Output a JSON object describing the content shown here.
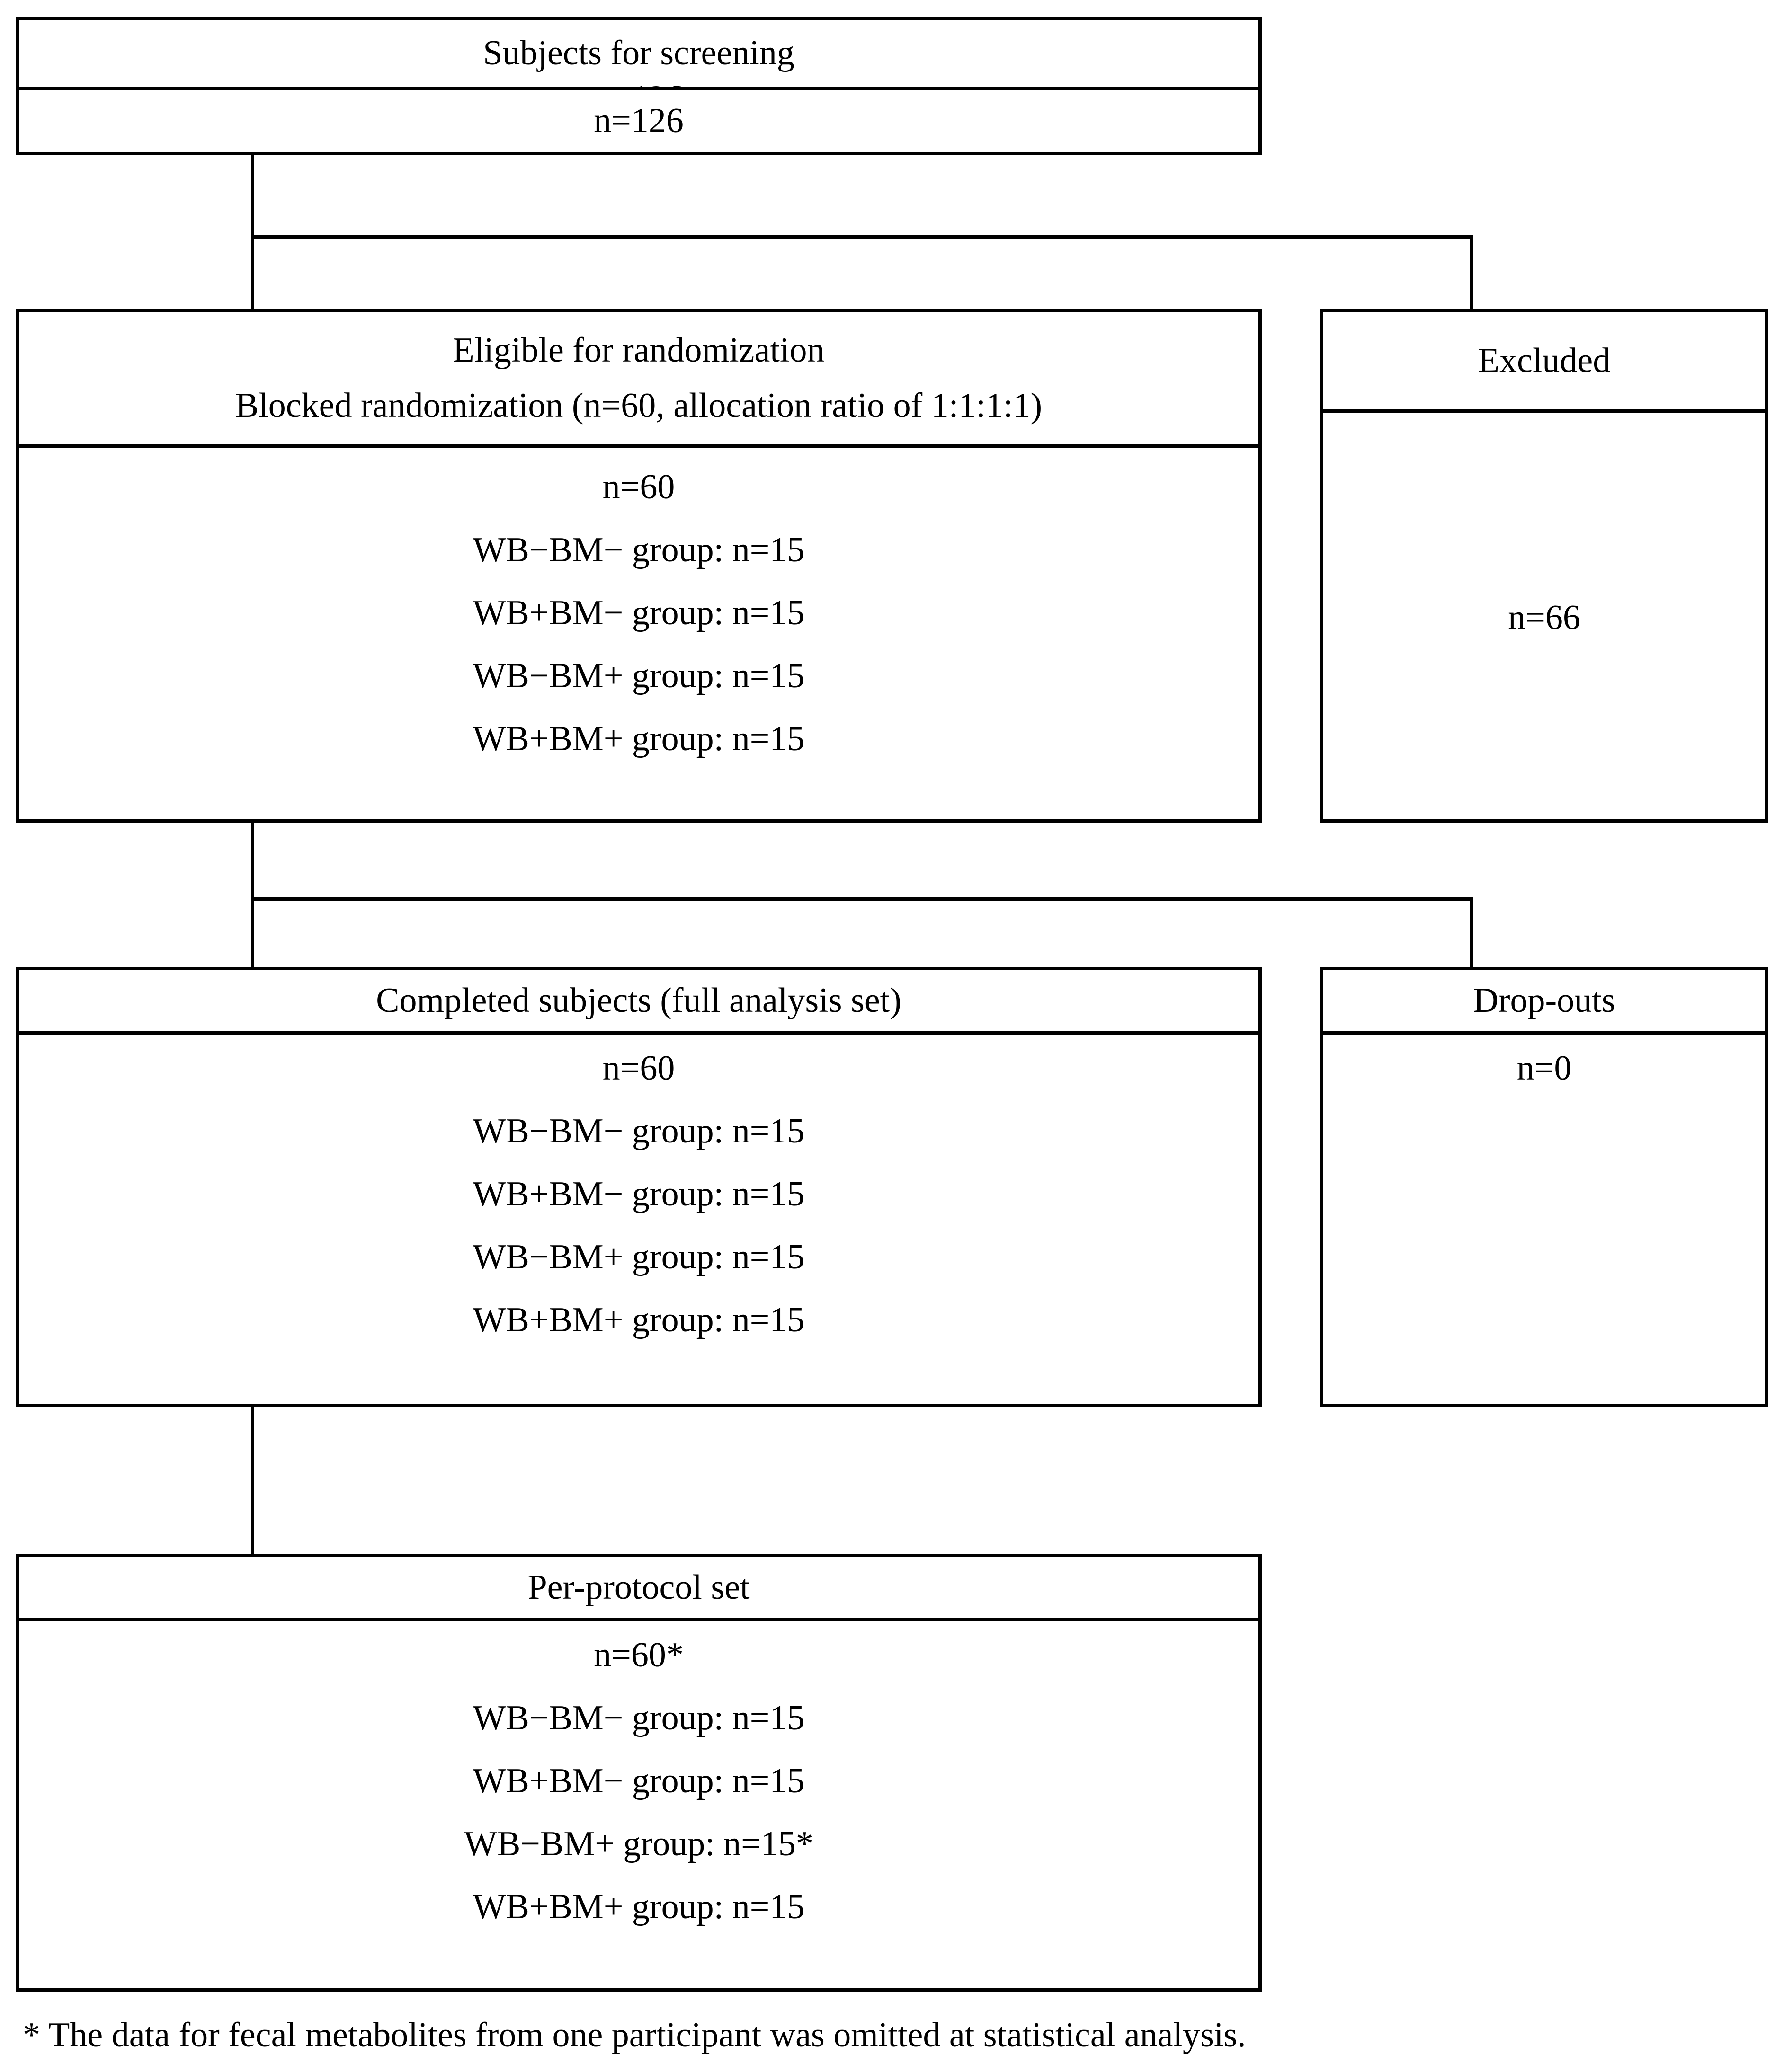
{
  "diagram": {
    "type": "consort-flow-diagram",
    "accent_color": "#000000",
    "background_color": "#ffffff"
  },
  "screening_box": {
    "title": "Subjects for screening",
    "count": "n=126"
  },
  "eligible_box": {
    "title_line1": "Eligible for randomization",
    "title_line2": "Blocked randomization   (n=60, allocation ratio of 1:1:1:1)",
    "count": "n=60",
    "groups": [
      "WB−BM− group: n=15",
      "WB+BM− group: n=15",
      "WB−BM+ group: n=15",
      "WB+BM+ group: n=15"
    ]
  },
  "excluded_box": {
    "title": "Excluded",
    "count": "n=66"
  },
  "completed_box": {
    "title": "Completed subjects (full analysis set)",
    "count": "n=60",
    "groups": [
      "WB−BM− group: n=15",
      "WB+BM− group: n=15",
      "WB−BM+ group: n=15",
      "WB+BM+ group: n=15"
    ]
  },
  "dropouts_box": {
    "title": "Drop-outs",
    "count": "n=0"
  },
  "perprotocol_box": {
    "title": "Per-protocol set",
    "count": "n=60*",
    "groups": [
      "WB−BM− group: n=15",
      "WB+BM− group: n=15",
      "WB−BM+ group: n=15*",
      "WB+BM+ group: n=15"
    ]
  },
  "footnote": {
    "text": "* The data for fecal metabolites from one participant was omitted at statistical analysis."
  }
}
